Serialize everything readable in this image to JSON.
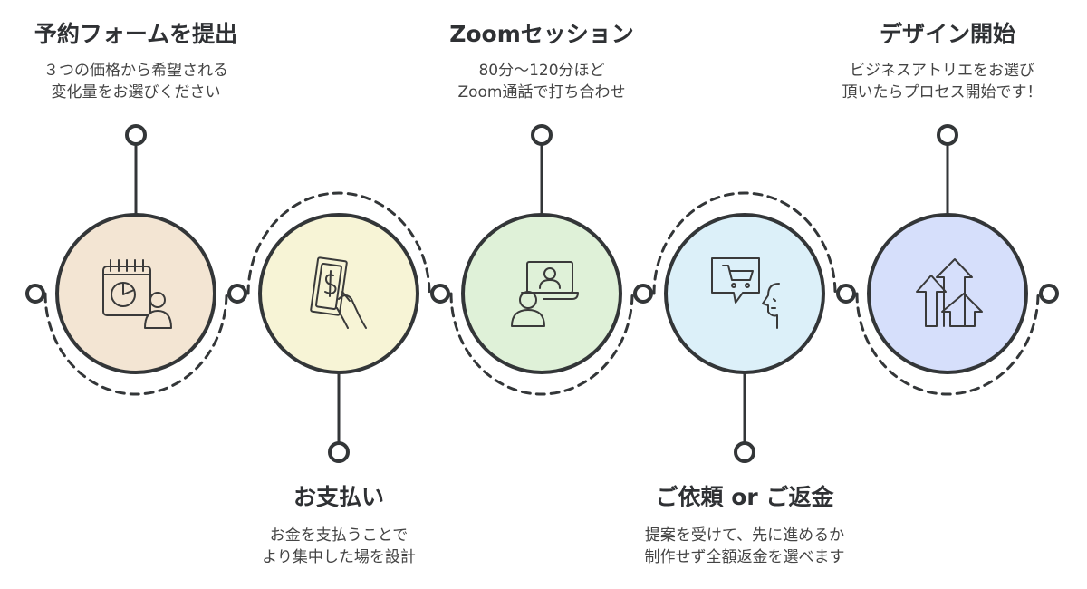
{
  "colors": {
    "line": "#333638",
    "circle_stroke": "#333638",
    "step1_fill": "#f3e5d3",
    "step2_fill": "#f7f4d6",
    "step3_fill": "#dff1d8",
    "step4_fill": "#dcf0f9",
    "step5_fill": "#d6dffb"
  },
  "steps": [
    {
      "title": "予約フォームを提出",
      "desc": [
        "３つの価格から希望される",
        "変化量をお選びください"
      ],
      "icon": "calendar-chart-person-icon",
      "fill": "#f3e5d3"
    },
    {
      "title": "お支払い",
      "desc": [
        "お金を支払うことで",
        "より集中した場を設計"
      ],
      "icon": "hand-cash-icon",
      "fill": "#f7f4d6"
    },
    {
      "title": "Zoomセッション",
      "desc": [
        "80分〜120分ほど",
        "Zoom通話で打ち合わせ"
      ],
      "icon": "video-call-icon",
      "fill": "#dff1d8"
    },
    {
      "title": "ご依頼 or ご返金",
      "desc": [
        "提案を受けて、先に進めるか",
        "制作せず全額返金を選べます"
      ],
      "icon": "cart-speech-person-icon",
      "fill": "#dcf0f9"
    },
    {
      "title": "デザイン開始",
      "desc": [
        "ビジネスアトリエをお選び",
        "頂いたらプロセス開始です！"
      ],
      "icon": "growth-arrows-icon",
      "fill": "#d6dffb"
    }
  ]
}
